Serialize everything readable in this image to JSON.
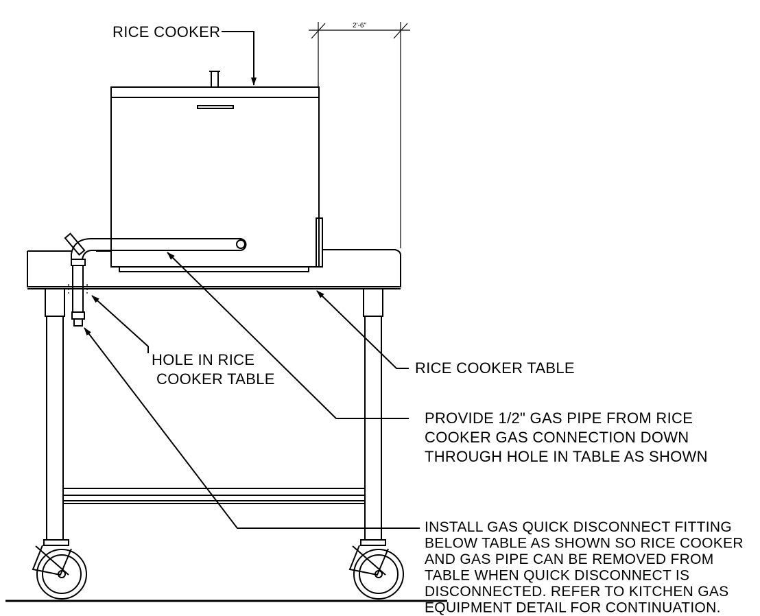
{
  "labels": {
    "rice_cooker": "RICE COOKER",
    "dimension": "2'-6\"",
    "hole_line1": "HOLE IN RICE",
    "hole_line2": "COOKER TABLE",
    "table": "RICE COOKER TABLE",
    "pipe_note": [
      "PROVIDE 1/2\" GAS PIPE FROM RICE",
      "COOKER GAS CONNECTION DOWN",
      "THROUGH HOLE IN TABLE AS SHOWN"
    ],
    "disconnect_note": [
      "INSTALL GAS QUICK DISCONNECT FITTING",
      "BELOW TABLE AS SHOWN SO RICE COOKER",
      "AND GAS PIPE CAN BE REMOVED FROM",
      "TABLE WHEN QUICK DISCONNECT IS",
      "DISCONNECTED. REFER TO KITCHEN GAS",
      "EQUIPMENT DETAIL FOR CONTINUATION."
    ]
  }
}
